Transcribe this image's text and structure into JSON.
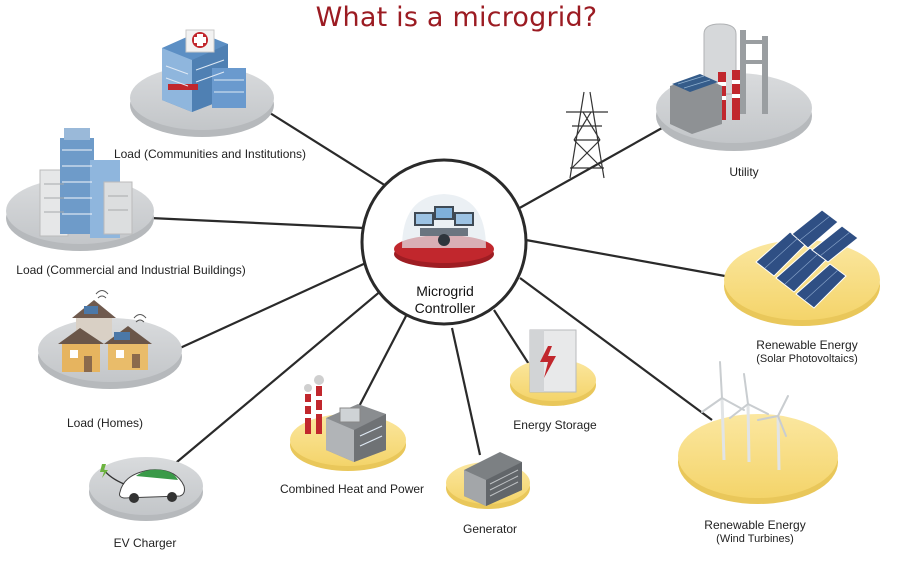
{
  "title": "What is a microgrid?",
  "controller": {
    "line1": "Microgrid",
    "line2": "Controller"
  },
  "nodes": {
    "communities": {
      "label": "Load (Communities and Institutions)"
    },
    "commercial": {
      "label": "Load (Commercial and Industrial Buildings)"
    },
    "homes": {
      "label": "Load (Homes)"
    },
    "ev": {
      "label": "EV Charger"
    },
    "chp": {
      "label": "Combined Heat and Power"
    },
    "generator": {
      "label": "Generator"
    },
    "storage": {
      "label": "Energy Storage"
    },
    "utility": {
      "label": "Utility"
    },
    "solar": {
      "label": "Renewable Energy",
      "sub": "(Solar Photovoltaics)"
    },
    "wind": {
      "label": "Renewable Energy",
      "sub": "(Wind Turbines)"
    }
  },
  "colors": {
    "title": "#9b1b22",
    "link_line": "#2a2a2a",
    "grey_platform": "#cfd1d3",
    "yellow_platform": "#f8df86",
    "controller_red": "#c1272d"
  }
}
